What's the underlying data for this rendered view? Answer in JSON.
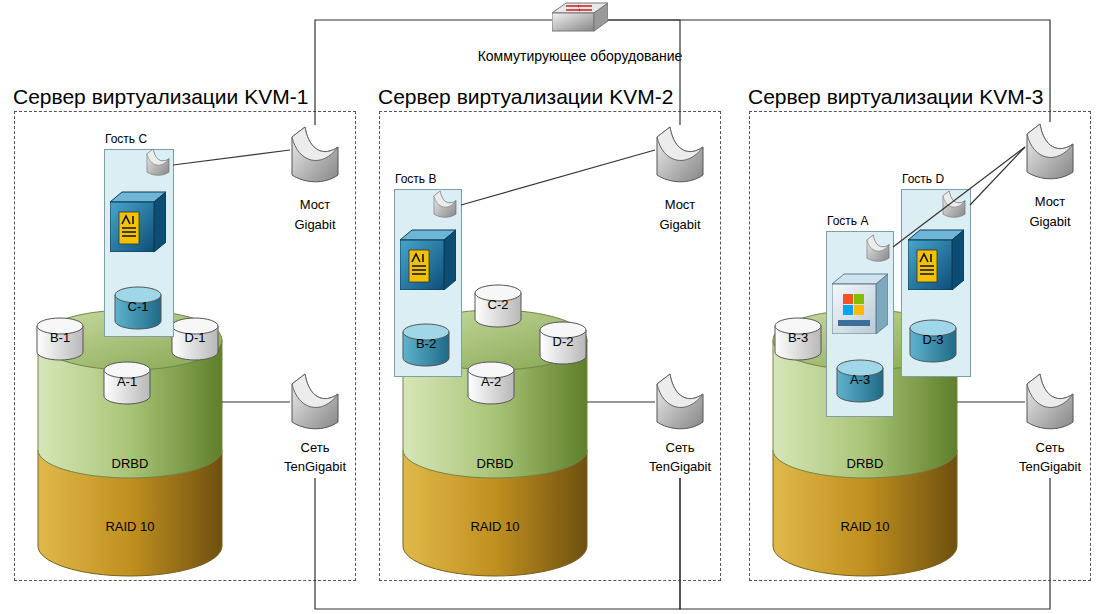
{
  "diagram": {
    "nodes": [
      {
        "text": [
          "Коммутирующее оборудование"
        ]
      },
      {
        "text": [
          "Сервер виртуализации KVM-1"
        ]
      },
      {
        "text": [
          "Гость C"
        ],
        "in": 1
      },
      {
        "text": [
          "C-1"
        ],
        "in": 2
      },
      {
        "text": [
          "B-1"
        ],
        "in": 1
      },
      {
        "text": [
          "D-1"
        ],
        "in": 1
      },
      {
        "text": [
          "A-1"
        ],
        "in": 1
      },
      {
        "text": [
          "Мост Gigabit"
        ],
        "in": 1
      },
      {
        "text": [
          "DRBD"
        ],
        "in": 1
      },
      {
        "text": [
          "RAID 10"
        ],
        "in": 1
      },
      {
        "text": [
          "Сеть TenGigabit"
        ],
        "in": 1
      },
      {
        "text": [
          "Сервер виртуализации KVM-2"
        ]
      },
      {
        "text": [
          "Гость B"
        ],
        "in": 11
      },
      {
        "text": [
          "B-2"
        ],
        "in": 12
      },
      {
        "text": [
          "C-2"
        ],
        "in": 11
      },
      {
        "text": [
          "D-2"
        ],
        "in": 11
      },
      {
        "text": [
          "A-2"
        ],
        "in": 11
      },
      {
        "text": [
          "Мост Gigabit"
        ],
        "in": 11
      },
      {
        "text": [
          "DRBD"
        ],
        "in": 11
      },
      {
        "text": [
          "RAID 10"
        ],
        "in": 11
      },
      {
        "text": [
          "Сеть TenGigabit"
        ],
        "in": 11
      },
      {
        "text": [
          "Сервер виртуализации KVM-3"
        ]
      },
      {
        "text": [
          "B-3"
        ],
        "in": 21
      },
      {
        "text": [
          "Гость A"
        ],
        "in": 21
      },
      {
        "text": [
          "A-3"
        ],
        "in": 23
      },
      {
        "text": [
          "Гость D"
        ],
        "in": 21
      },
      {
        "text": [
          "D-3"
        ],
        "in": 25
      },
      {
        "text": [
          "Мост Gigabit"
        ],
        "in": 21
      },
      {
        "text": [
          "DRBD"
        ],
        "in": 21
      },
      {
        "text": [
          "RAID 10"
        ],
        "in": 21
      },
      {
        "text": [
          "Сеть TenGigabit"
        ],
        "in": 21
      }
    ],
    "edges": [
      {
        "from": 2,
        "to": 7,
        "arrow": "none"
      },
      {
        "from": 12,
        "to": 17,
        "arrow": "none"
      },
      {
        "from": 23,
        "to": 27,
        "arrow": "none"
      },
      {
        "from": 25,
        "to": 27,
        "arrow": "none"
      },
      {
        "from": 7,
        "to": 0,
        "arrow": "none"
      },
      {
        "from": 17,
        "to": 0,
        "arrow": "none"
      },
      {
        "from": 27,
        "to": 0,
        "arrow": "none"
      },
      {
        "from": 8,
        "to": 10,
        "arrow": "none"
      },
      {
        "from": 18,
        "to": 20,
        "arrow": "none"
      },
      {
        "from": 28,
        "to": 30,
        "arrow": "none"
      },
      {
        "from": 10,
        "to": 20,
        "arrow": "none"
      },
      {
        "from": 20,
        "to": 30,
        "arrow": "none"
      }
    ]
  }
}
